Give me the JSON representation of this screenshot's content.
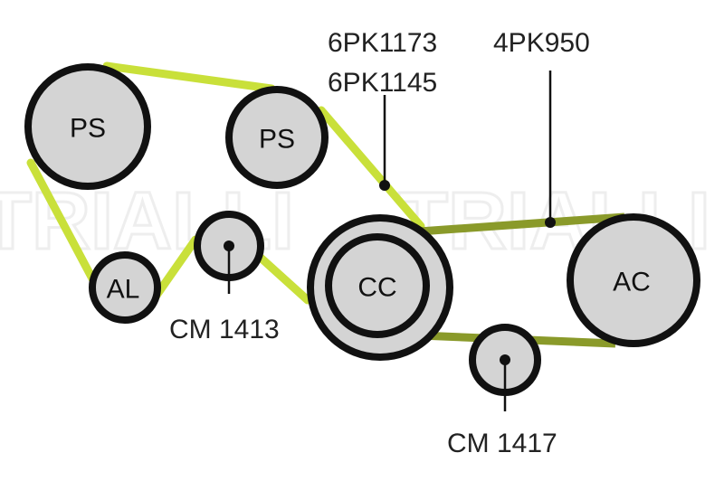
{
  "watermark": "TRIALLI",
  "pulleys": {
    "ps1": "PS",
    "ps2": "PS",
    "al": "AL",
    "cc": "CC",
    "ac": "AC"
  },
  "labels": {
    "belt_ribbed_1": "6PK1173",
    "belt_ribbed_2": "6PK1145",
    "belt_ac": "4PK950",
    "idler_1": "CM 1413",
    "idler_2": "CM 1417"
  },
  "colors": {
    "main_belt": "#c9e03a",
    "ac_belt": "#8a9a2a",
    "pulley_fill": "#d4d4d4",
    "pulley_stroke": "#111111"
  }
}
